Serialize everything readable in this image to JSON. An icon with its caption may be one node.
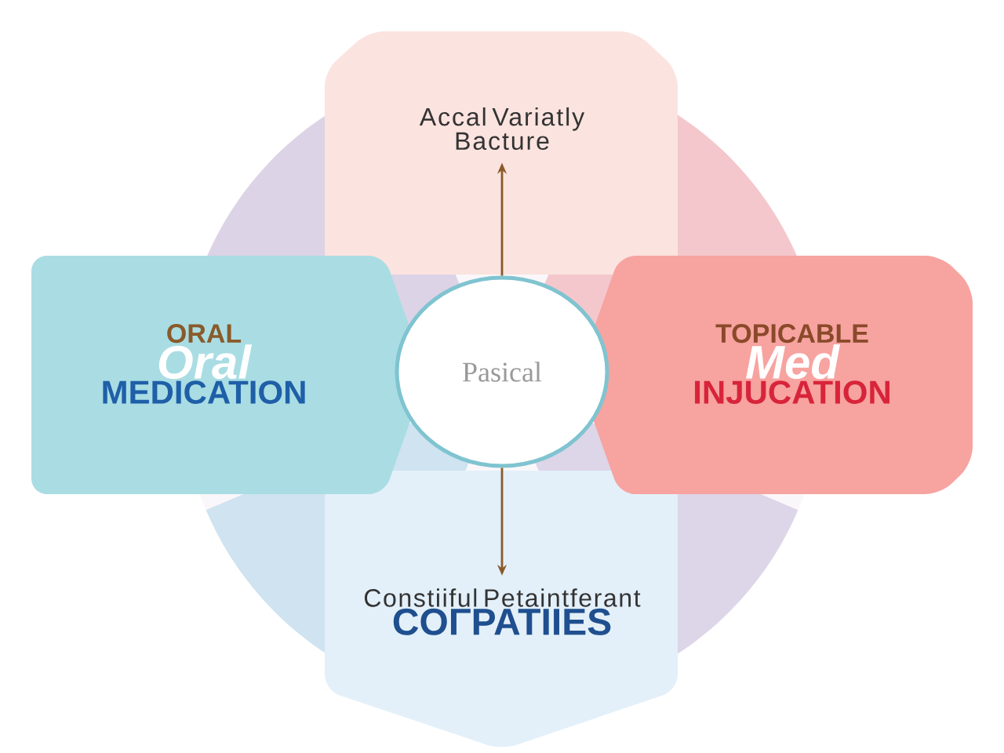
{
  "diagram": {
    "nodes": [
      {
        "text": [
          "Accal Variatly Bacture"
        ]
      },
      {
        "text": [
          "ORAL",
          "Oral",
          "MEDICATION"
        ]
      },
      {
        "text": [
          "Pasical"
        ]
      },
      {
        "text": [
          "TOPICABLE",
          "Med",
          "INJUCATION"
        ]
      },
      {
        "text": [
          "Constiiful Petaintferant",
          "COΓPATIIES"
        ]
      }
    ],
    "edges": [
      {
        "from": 2,
        "to": 0,
        "arrow": "to"
      },
      {
        "from": 2,
        "to": 4,
        "arrow": "to"
      }
    ]
  }
}
